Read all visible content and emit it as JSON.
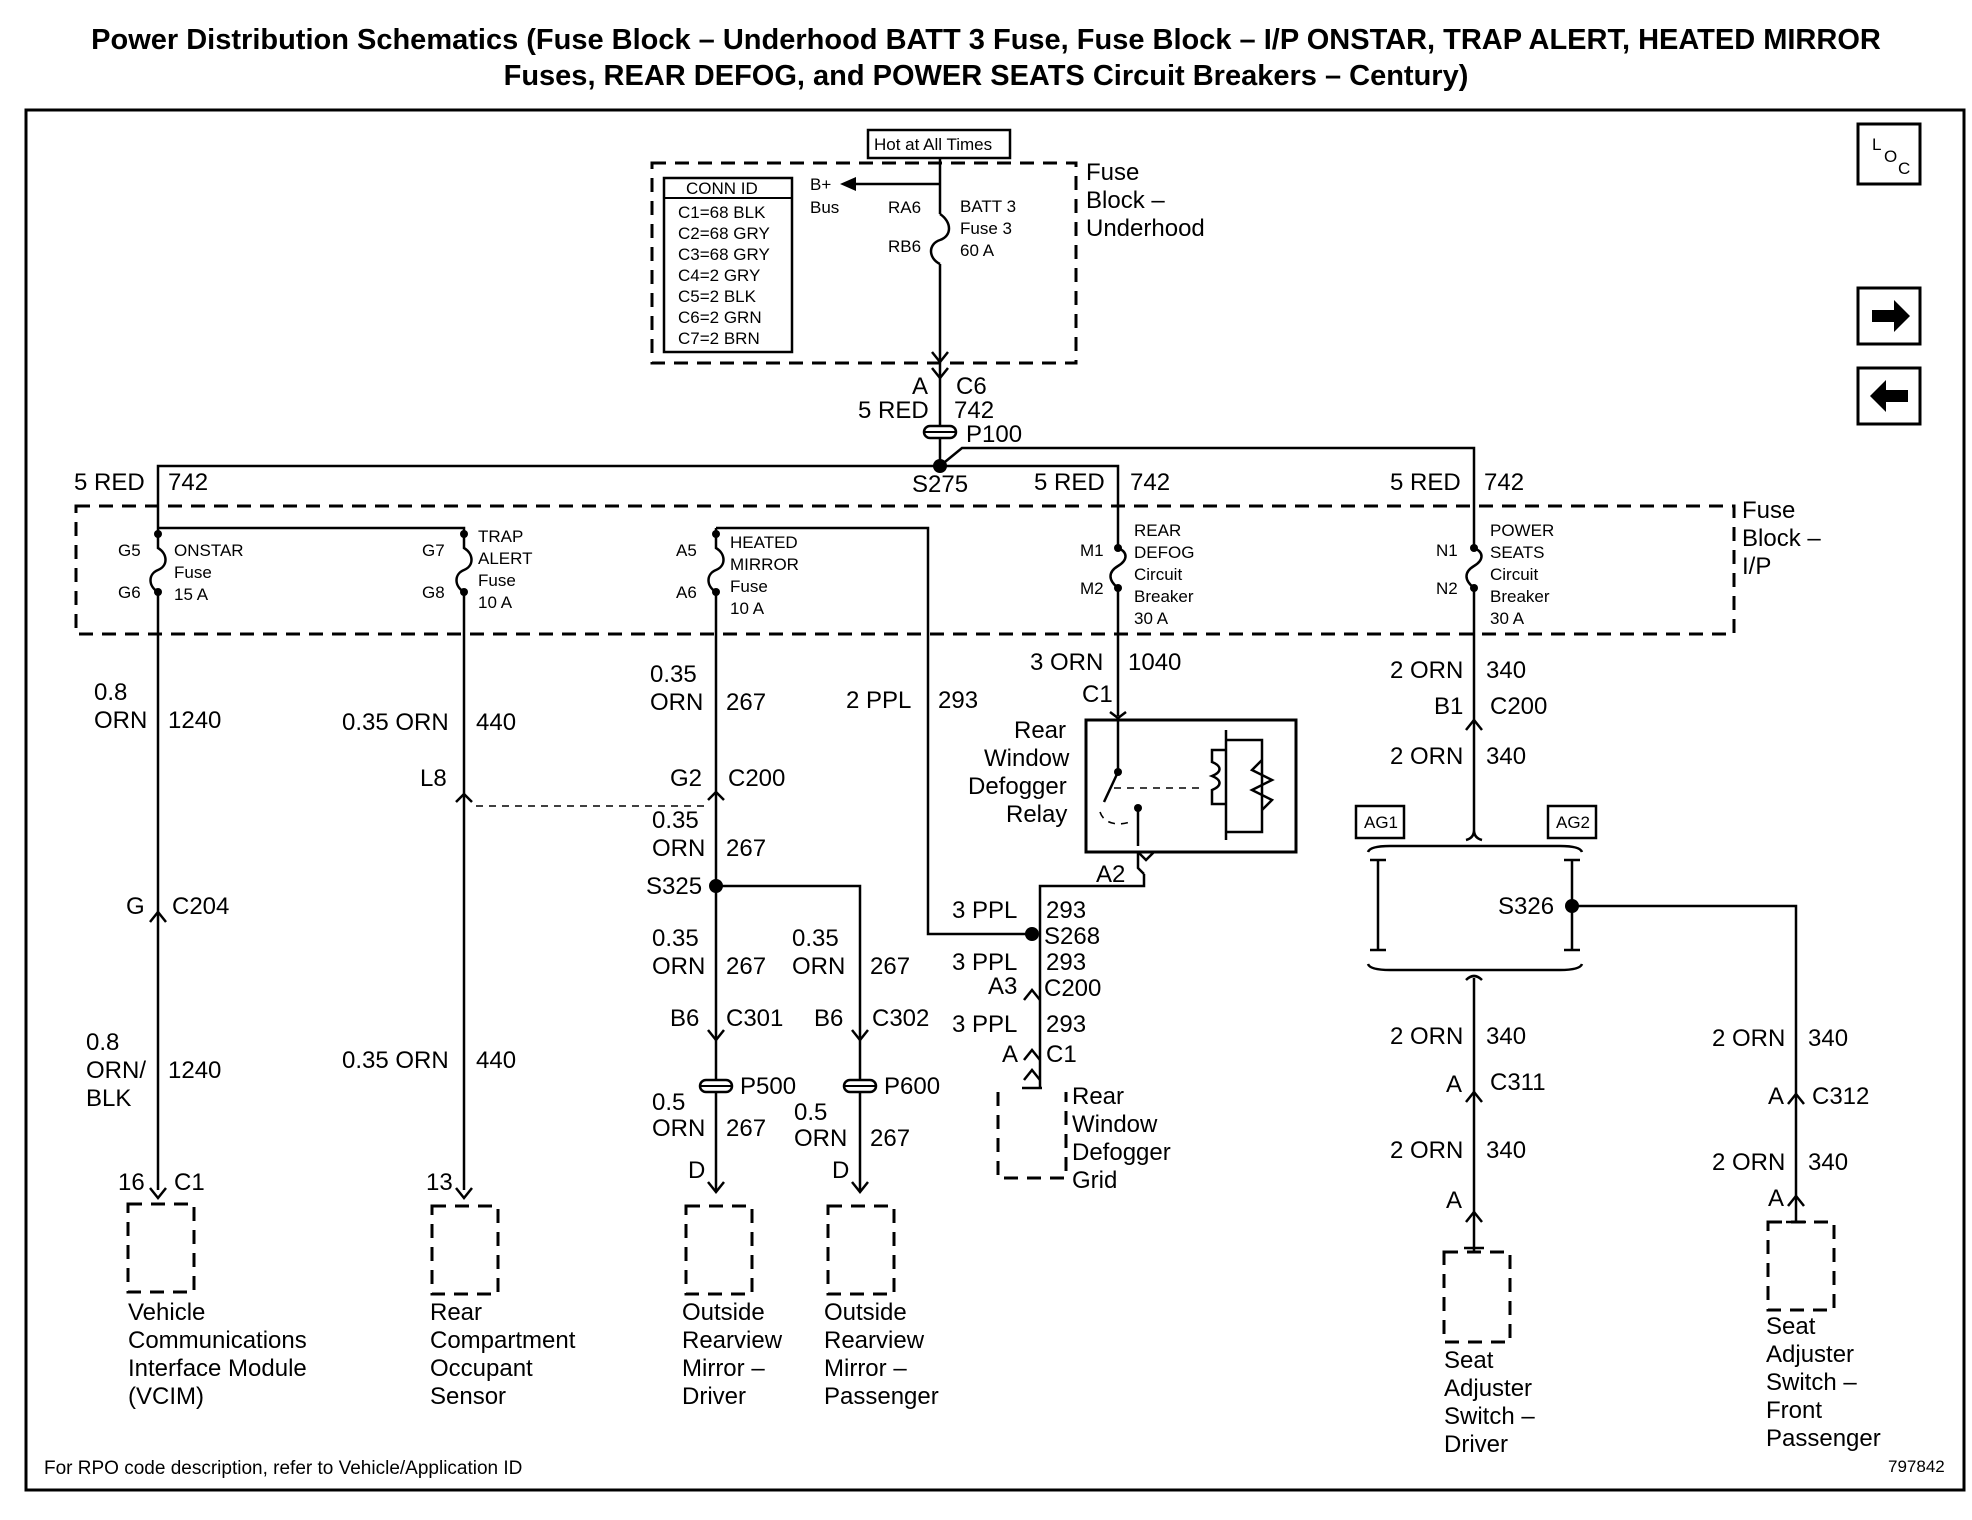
{
  "title": {
    "line1": "Power Distribution Schematics (Fuse Block – Underhood BATT 3 Fuse, Fuse Block – I/P ONSTAR, TRAP ALERT, HEATED MIRROR",
    "line2": "Fuses, REAR DEFOG, and POWER SEATS Circuit Breakers – Century)"
  },
  "nav": {
    "loc": "LOC",
    "forward": "→",
    "back": "←"
  },
  "underhood": {
    "hot_label": "Hot at All Times",
    "conn_id_title": "CONN ID",
    "conn_ids": [
      "C1=68 BLK",
      "C2=68 GRY",
      "C3=68 GRY",
      "C4=2 GRY",
      "C5=2 BLK",
      "C6=2 GRN",
      "C7=2 BRN"
    ],
    "bus_l1": "B+",
    "bus_l2": "Bus",
    "pin_in": "RA6",
    "pin_out": "RB6",
    "fuse_l1": "BATT 3",
    "fuse_l2": "Fuse 3",
    "fuse_l3": "60 A",
    "block_l1": "Fuse",
    "block_l2": "Block –",
    "block_l3": "Underhood"
  },
  "main_feed": {
    "pin": "A",
    "conn": "C6",
    "wire": "5 RED",
    "circuit": "742",
    "pass": "P100",
    "splice": "S275",
    "left_wire": "5 RED",
    "left_circuit": "742",
    "mid_wire": "5 RED",
    "mid_circuit": "742",
    "right_wire": "5 RED",
    "right_circuit": "742"
  },
  "ip_block": {
    "l1": "Fuse",
    "l2": "Block –",
    "l3": "I/P"
  },
  "fuses": {
    "onstar": {
      "pin_in": "G5",
      "pin_out": "G6",
      "l1": "ONSTAR",
      "l2": "Fuse",
      "l3": "15 A"
    },
    "trap": {
      "pin_in": "G7",
      "pin_out": "G8",
      "l1": "TRAP",
      "l2": "ALERT",
      "l3": "Fuse",
      "l4": "10 A"
    },
    "mirror": {
      "pin_in": "A5",
      "pin_out": "A6",
      "l1": "HEATED",
      "l2": "MIRROR",
      "l3": "Fuse",
      "l4": "10 A"
    },
    "defog": {
      "pin_in": "M1",
      "pin_out": "M2",
      "l1": "REAR",
      "l2": "DEFOG",
      "l3": "Circuit",
      "l4": "Breaker",
      "l5": "30 A"
    },
    "seats": {
      "pin_in": "N1",
      "pin_out": "N2",
      "l1": "POWER",
      "l2": "SEATS",
      "l3": "Circuit",
      "l4": "Breaker",
      "l5": "30 A"
    }
  },
  "vcim": {
    "w1_l1": "0.8",
    "w1_l2": "ORN",
    "w1_c": "1240",
    "conn_pin": "G",
    "conn": "C204",
    "w2_l1": "0.8",
    "w2_l2": "ORN/",
    "w2_l3": "BLK",
    "w2_c": "1240",
    "pin": "16",
    "pconn": "C1",
    "l1": "Vehicle",
    "l2": "Communications",
    "l3": "Interface Module",
    "l4": "(VCIM)"
  },
  "rcos": {
    "w1": "0.35 ORN",
    "w1_c": "440",
    "conn_pin": "L8",
    "w2": "0.35 ORN",
    "w2_c": "440",
    "pin": "13",
    "l1": "Rear",
    "l2": "Compartment",
    "l3": "Occupant",
    "l4": "Sensor"
  },
  "mirror_path": {
    "w1_l1": "0.35",
    "w1_l2": "ORN",
    "w1_c": "267",
    "conn_pin": "G2",
    "conn": "C200",
    "w2_l1": "0.35",
    "w2_l2": "ORN",
    "w2_c": "267",
    "splice": "S325",
    "ppl_wire": "2 PPL",
    "ppl_circuit": "293"
  },
  "mirror_driver": {
    "w_l1": "0.35",
    "w_l2": "ORN",
    "w_c": "267",
    "conn_pin": "B6",
    "conn": "C301",
    "pass": "P500",
    "w2_l1": "0.5",
    "w2_l2": "ORN",
    "w2_c": "267",
    "pin": "D",
    "l1": "Outside",
    "l2": "Rearview",
    "l3": "Mirror –",
    "l4": "Driver"
  },
  "mirror_pass": {
    "w_l1": "0.35",
    "w_l2": "ORN",
    "w_c": "267",
    "conn_pin": "B6",
    "conn": "C302",
    "pass": "P600",
    "w2_l1": "0.5",
    "w2_l2": "ORN",
    "w2_c": "267",
    "pin": "D",
    "l1": "Outside",
    "l2": "Rearview",
    "l3": "Mirror –",
    "l4": "Passenger"
  },
  "defog": {
    "w1": "3 ORN",
    "w1_c": "1040",
    "relay_pin_in": "C1",
    "relay_l1": "Rear",
    "relay_l2": "Window",
    "relay_l3": "Defogger",
    "relay_l4": "Relay",
    "relay_pin_out": "A2",
    "w2": "3 PPL",
    "w2_c": "293",
    "splice": "S268",
    "w3": "3 PPL",
    "w3_c": "293",
    "conn_pin": "A3",
    "conn": "C200",
    "w4": "3 PPL",
    "w4_c": "293",
    "grid_pin": "A",
    "grid_conn": "C1",
    "grid_l1": "Rear",
    "grid_l2": "Window",
    "grid_l3": "Defogger",
    "grid_l4": "Grid"
  },
  "seats": {
    "w1": "2 ORN",
    "w1_c": "340",
    "conn_pin": "B1",
    "conn": "C200",
    "w2": "2 ORN",
    "w2_c": "340",
    "ag1": "AG1",
    "ag2": "AG2",
    "splice": "S326",
    "drv_w1": "2 ORN",
    "drv_w1_c": "340",
    "drv_pin": "A",
    "drv_conn": "C311",
    "drv_w2": "2 ORN",
    "drv_w2_c": "340",
    "drv_end_pin": "A",
    "drv_l1": "Seat",
    "drv_l2": "Adjuster",
    "drv_l3": "Switch –",
    "drv_l4": "Driver",
    "pas_w1": "2 ORN",
    "pas_w1_c": "340",
    "pas_pin": "A",
    "pas_conn": "C312",
    "pas_w2": "2 ORN",
    "pas_w2_c": "340",
    "pas_end_pin": "A",
    "pas_l1": "Seat",
    "pas_l2": "Adjuster",
    "pas_l3": "Switch –",
    "pas_l4": "Front",
    "pas_l5": "Passenger"
  },
  "footer": {
    "note": "For RPO code description, refer to Vehicle/Application ID",
    "doc_id": "797842"
  }
}
